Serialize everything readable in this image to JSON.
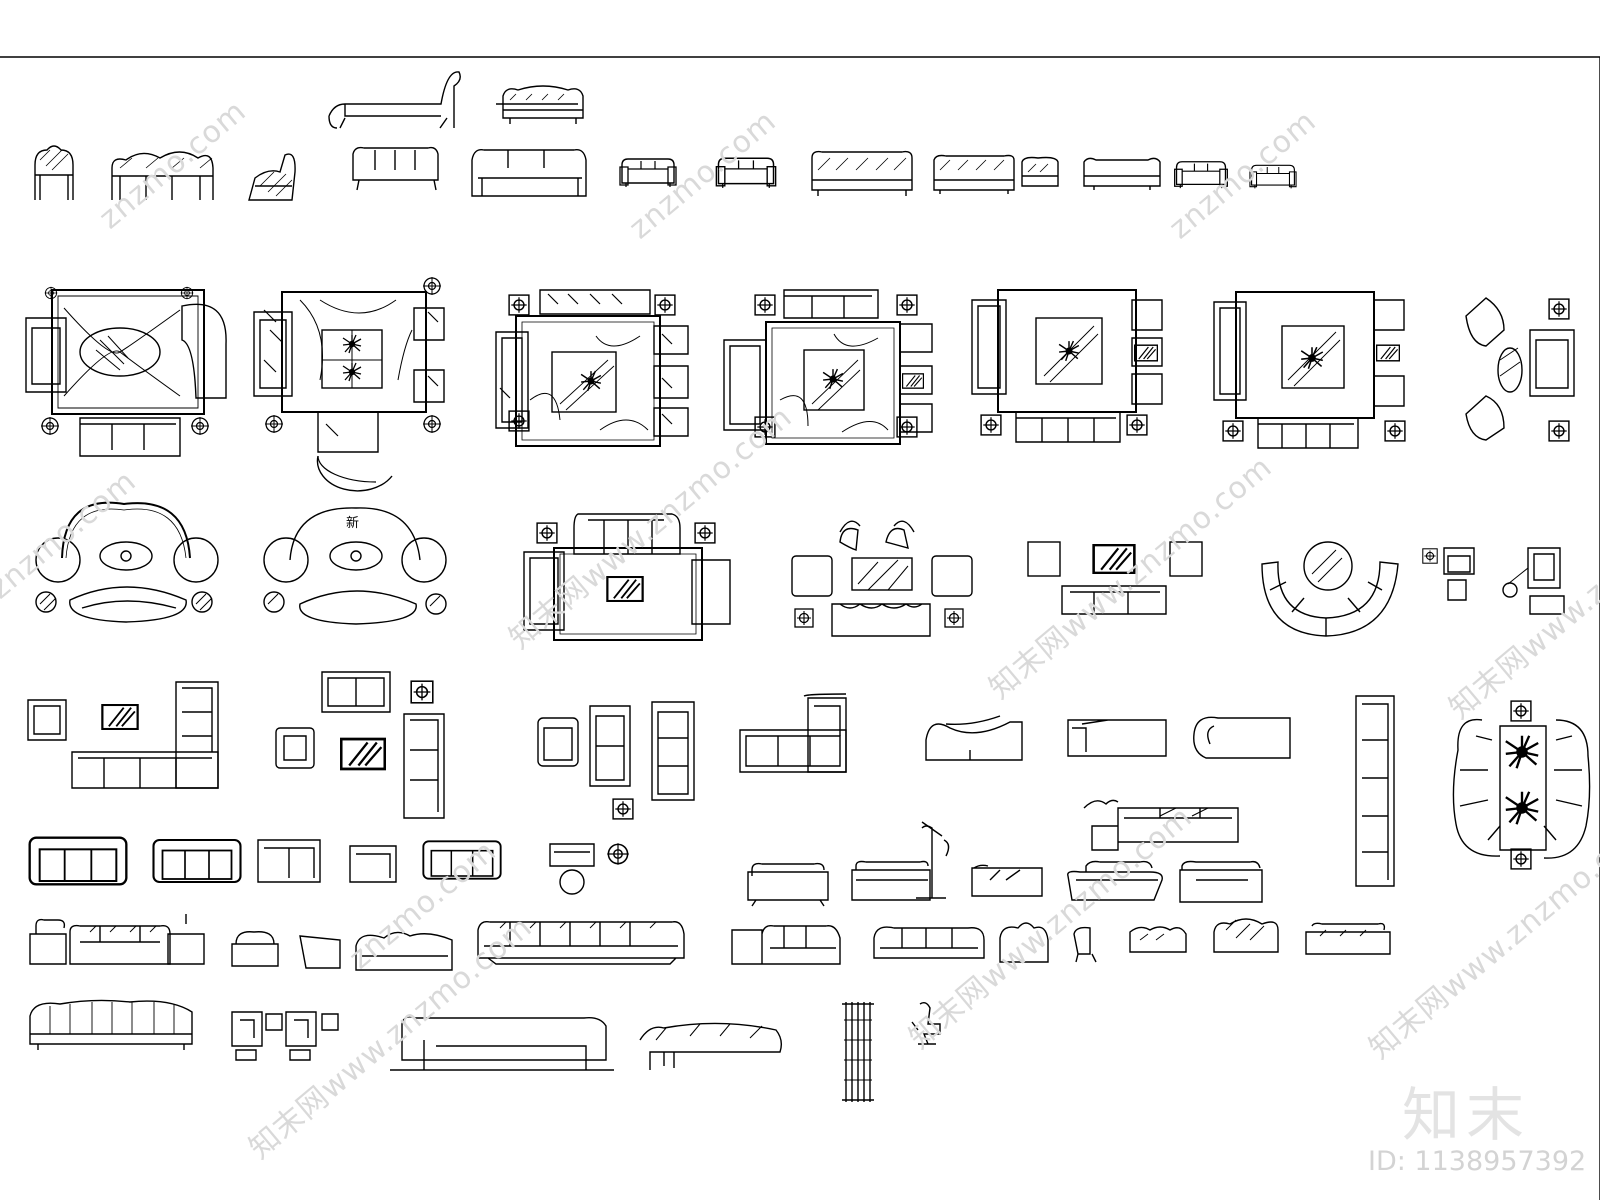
{
  "drawing": {
    "stroke_color": "#000000",
    "background": "#ffffff",
    "label_xin": "新"
  },
  "watermark": {
    "repeat_text": "znzmo.com",
    "repeat_text_full": "知末网www.znzmo.com",
    "color": "#d9d9d9"
  },
  "brand": {
    "logo": "知末",
    "id_label": "ID: 1138957392"
  }
}
